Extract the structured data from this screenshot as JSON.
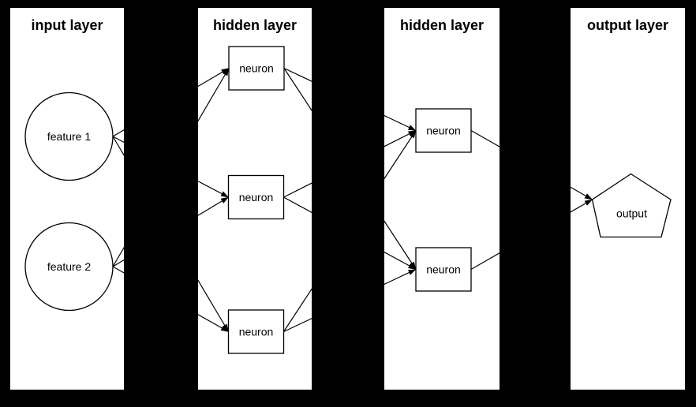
{
  "diagram": {
    "type": "neural-network-feedforward",
    "layers": [
      {
        "id": "input",
        "title": "input layer",
        "nodes": [
          {
            "id": "feature1",
            "label": "feature 1",
            "shape": "circle"
          },
          {
            "id": "feature2",
            "label": "feature 2",
            "shape": "circle"
          }
        ]
      },
      {
        "id": "hidden1",
        "title": "hidden layer",
        "nodes": [
          {
            "id": "h1n1",
            "label": "neuron",
            "shape": "rect"
          },
          {
            "id": "h1n2",
            "label": "neuron",
            "shape": "rect"
          },
          {
            "id": "h1n3",
            "label": "neuron",
            "shape": "rect"
          }
        ]
      },
      {
        "id": "hidden2",
        "title": "hidden layer",
        "nodes": [
          {
            "id": "h2n1",
            "label": "neuron",
            "shape": "rect"
          },
          {
            "id": "h2n2",
            "label": "neuron",
            "shape": "rect"
          }
        ]
      },
      {
        "id": "output",
        "title": "output layer",
        "nodes": [
          {
            "id": "out1",
            "label": "output",
            "shape": "pentagon"
          }
        ]
      }
    ],
    "edges": [
      {
        "from": "feature1",
        "to": "h1n1"
      },
      {
        "from": "feature1",
        "to": "h1n2"
      },
      {
        "from": "feature1",
        "to": "h1n3"
      },
      {
        "from": "feature2",
        "to": "h1n1"
      },
      {
        "from": "feature2",
        "to": "h1n2"
      },
      {
        "from": "feature2",
        "to": "h1n3"
      },
      {
        "from": "h1n1",
        "to": "h2n1"
      },
      {
        "from": "h1n1",
        "to": "h2n2"
      },
      {
        "from": "h1n2",
        "to": "h2n1"
      },
      {
        "from": "h1n2",
        "to": "h2n2"
      },
      {
        "from": "h1n3",
        "to": "h2n1"
      },
      {
        "from": "h1n3",
        "to": "h2n2"
      },
      {
        "from": "h2n1",
        "to": "out1"
      },
      {
        "from": "h2n2",
        "to": "out1"
      }
    ],
    "colors": {
      "background": "#000000",
      "panel_fill": "#ffffff",
      "node_fill": "#ffffff",
      "line": "#000000",
      "text": "#000000"
    }
  }
}
